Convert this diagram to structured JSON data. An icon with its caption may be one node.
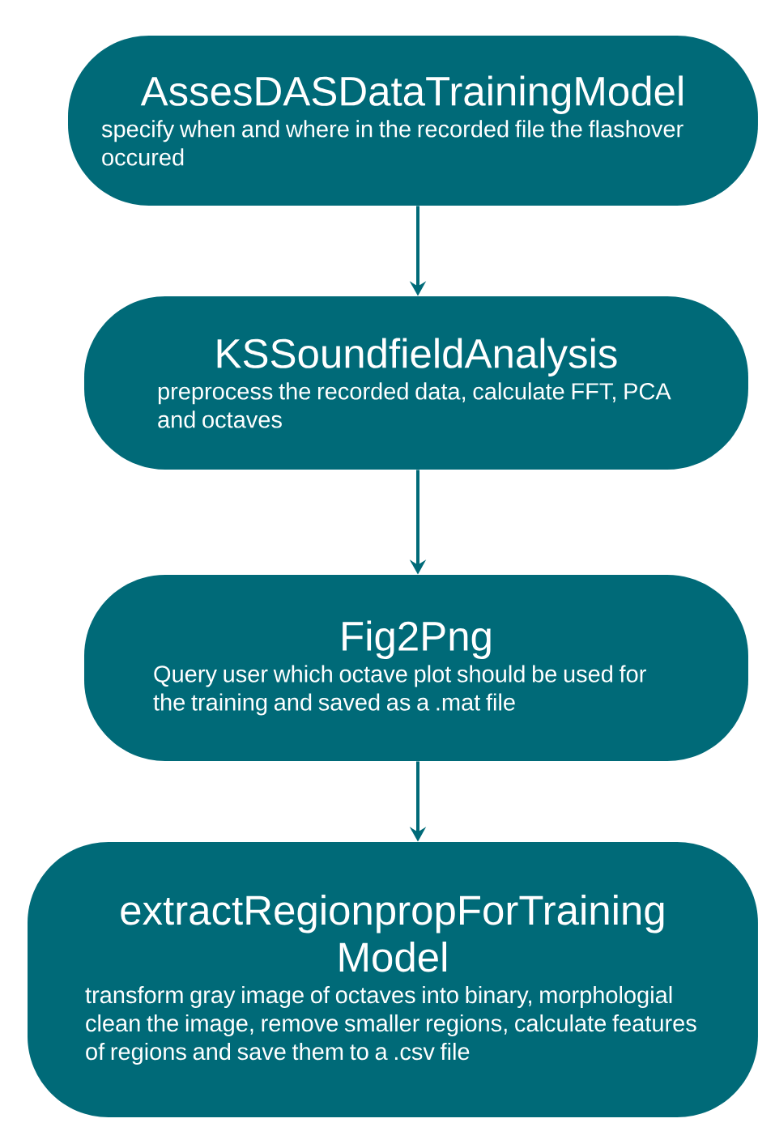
{
  "diagram": {
    "nodes": [
      {
        "text": [
          "AssesDASDataTrainingModel",
          "specify when and where in the recorded file the flashover occured"
        ]
      },
      {
        "text": [
          "KSSoundfieldAnalysis",
          "preprocess the recorded data, calculate FFT, PCA and octaves"
        ]
      },
      {
        "text": [
          "Fig2Png",
          "Query user which octave plot should be used for the training and saved as a .mat file"
        ]
      },
      {
        "text": [
          "extractRegionpropForTraining Model",
          "transform gray image of octaves into binary, morphologial clean the image, remove smaller regions, calculate features of regions and save them to a .csv file"
        ]
      }
    ],
    "edges": [
      {
        "from": 0,
        "to": 1,
        "arrow": "to"
      },
      {
        "from": 1,
        "to": 2,
        "arrow": "to"
      },
      {
        "from": 2,
        "to": 3,
        "arrow": "to"
      }
    ]
  }
}
